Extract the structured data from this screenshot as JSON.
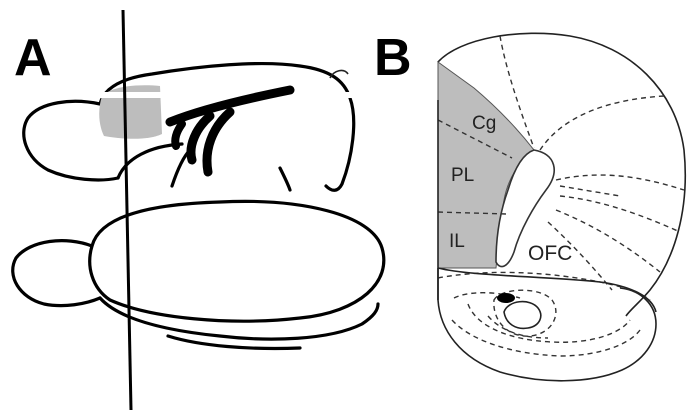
{
  "panels": {
    "a": {
      "letter": "A"
    },
    "b": {
      "letter": "B"
    }
  },
  "regions": {
    "cg": "Cg",
    "pl": "PL",
    "il": "IL",
    "ofc": "OFC"
  },
  "colors": {
    "highlight": "#bdbdbd",
    "outline": "#000000",
    "background": "#ffffff"
  }
}
